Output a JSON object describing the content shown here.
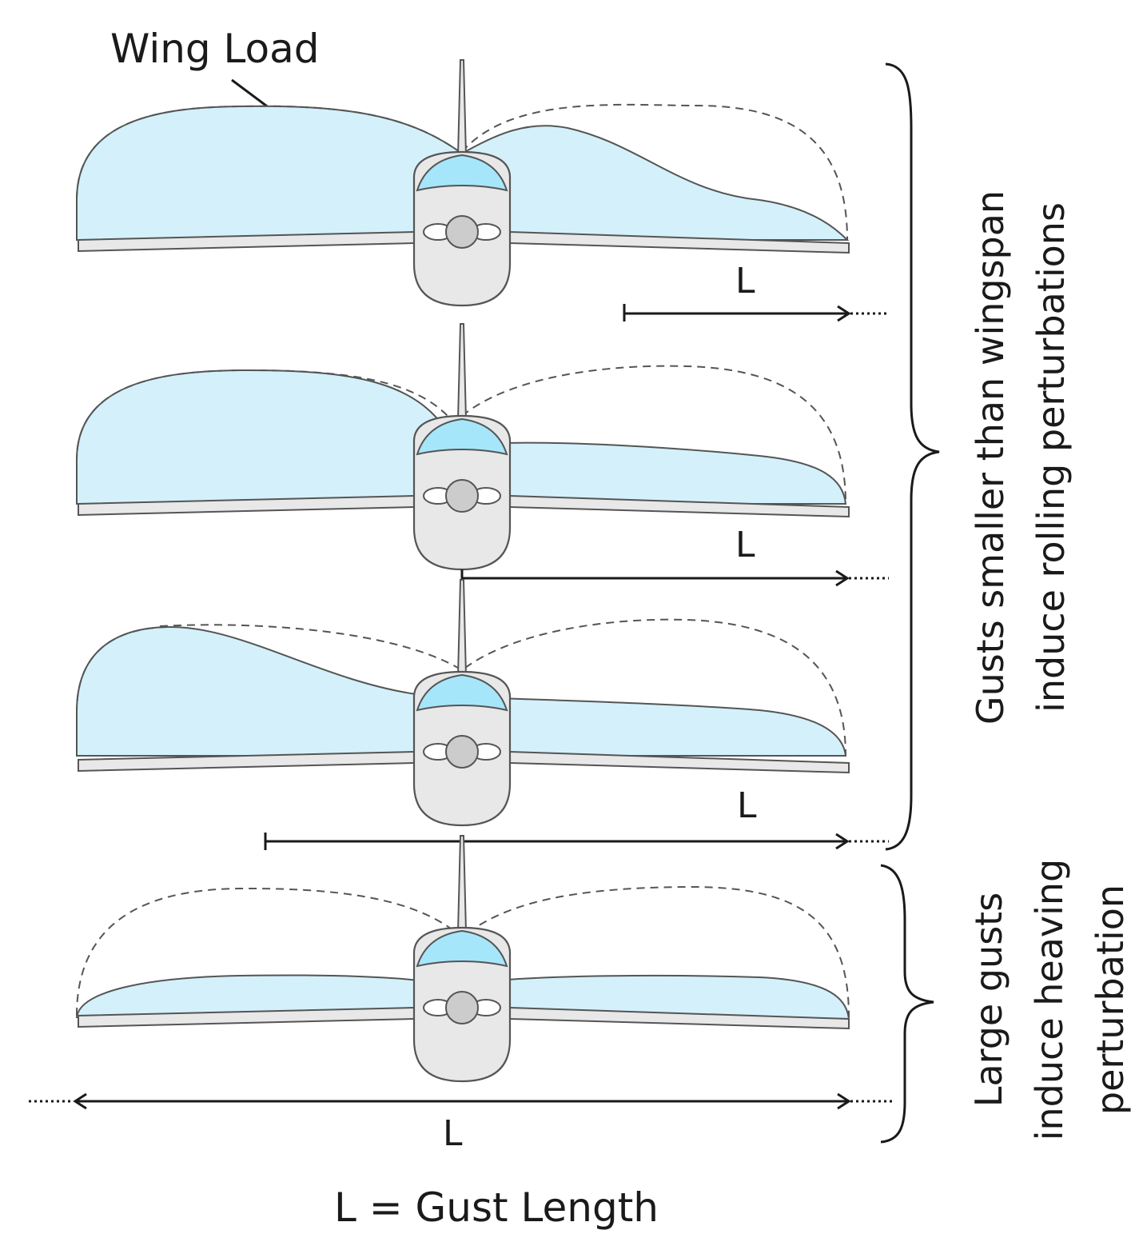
{
  "title_label": "Wing Load",
  "gust_symbol": "L",
  "legend": "L = Gust Length",
  "brace_small": {
    "line1": "Gusts smaller than wingspan",
    "line2": "induce rolling perturbations"
  },
  "brace_large": {
    "line1": "Large gusts",
    "line2": "induce heaving",
    "line3": "perturbation"
  },
  "colors": {
    "load_fill": "#d4f1fb",
    "cockpit": "#a6e6fa",
    "airframe": "#e8e8e8",
    "outline": "#555555"
  }
}
